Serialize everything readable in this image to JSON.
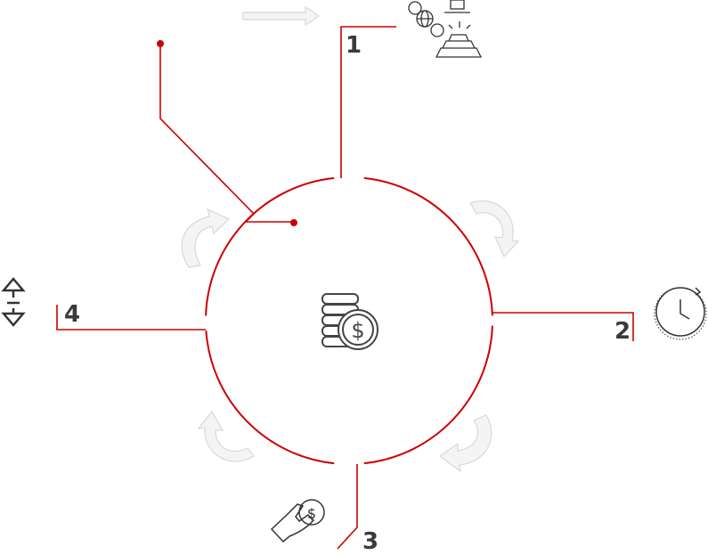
{
  "colors": {
    "accent": "#cc0000",
    "icon": "#333333",
    "arrow": "#dddddd"
  },
  "steps": [
    {
      "number": "1",
      "icon": "finance-globe-gold-icon"
    },
    {
      "number": "2",
      "icon": "clock-icon"
    },
    {
      "number": "3",
      "icon": "hand-coin-icon"
    },
    {
      "number": "4",
      "icon": "up-down-arrows-icon"
    }
  ],
  "center_icon": "coin-stack-dollar-icon",
  "center_symbol": "$"
}
